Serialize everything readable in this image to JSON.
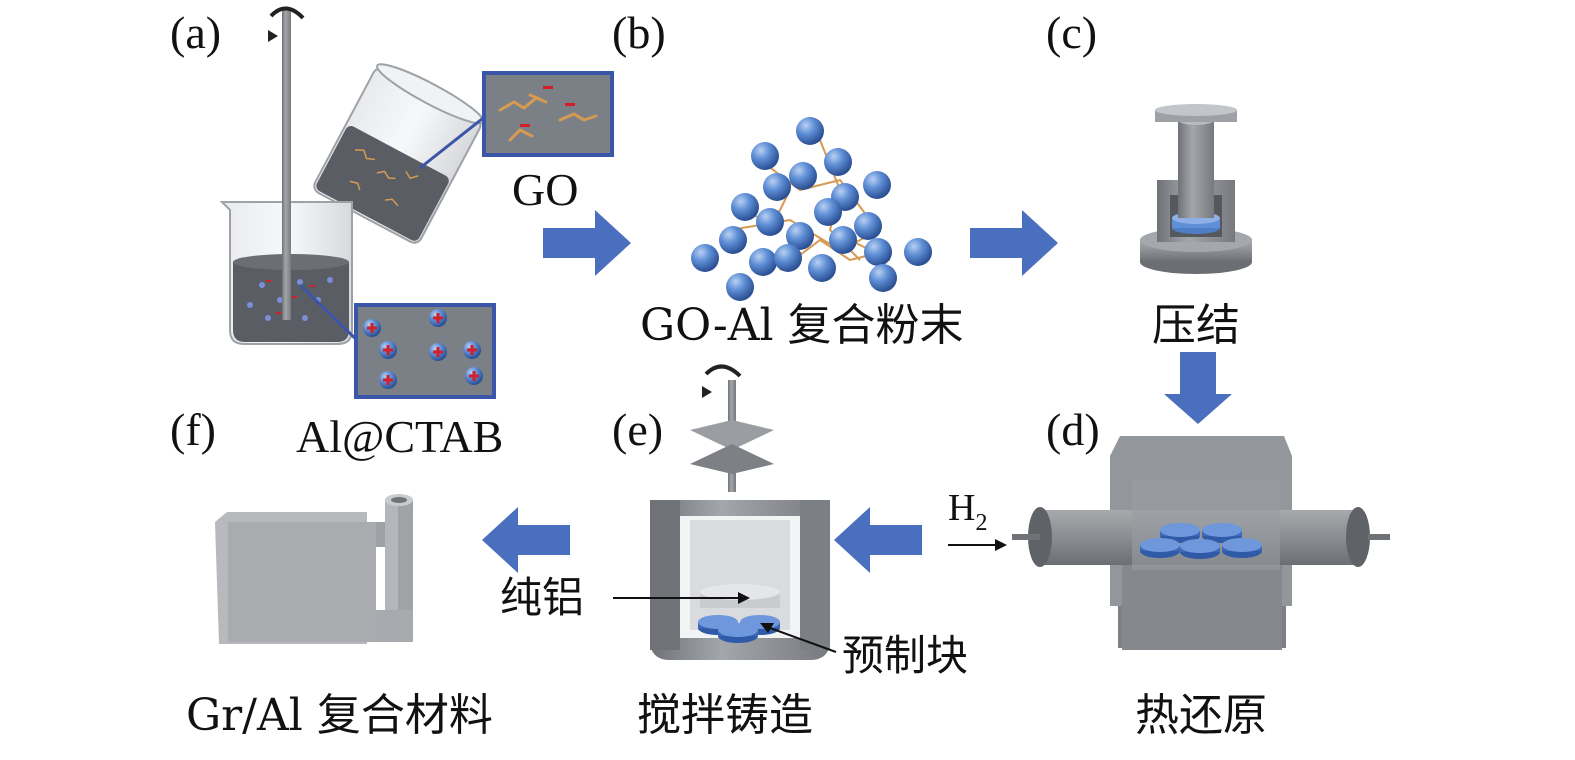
{
  "panels": {
    "a": {
      "letter": "(a)",
      "labels": {
        "go": "GO",
        "al_ctab": "Al@CTAB"
      }
    },
    "b": {
      "letter": "(b)",
      "caption": "GO-Al 复合粉末"
    },
    "c": {
      "letter": "(c)",
      "caption": "压结"
    },
    "d": {
      "letter": "(d)",
      "caption": "热还原",
      "gas": "H",
      "gas_subscript": "2"
    },
    "e": {
      "letter": "(e)",
      "caption": "搅拌铸造",
      "labels": {
        "pure_al": "纯铝",
        "preform": "预制块"
      }
    },
    "f": {
      "letter": "(f)",
      "caption": "Gr/Al 复合材料"
    }
  },
  "colors": {
    "arrow": "#4a6fbf",
    "particle": "#4f7ec7",
    "vessel_gray": "#8a8d92",
    "liquid": "#5a5d63",
    "inset_bg": "#7b7f86",
    "inset_border": "#3b55a8",
    "go_flake": "#d59b52",
    "plus": "#d21f2a"
  }
}
